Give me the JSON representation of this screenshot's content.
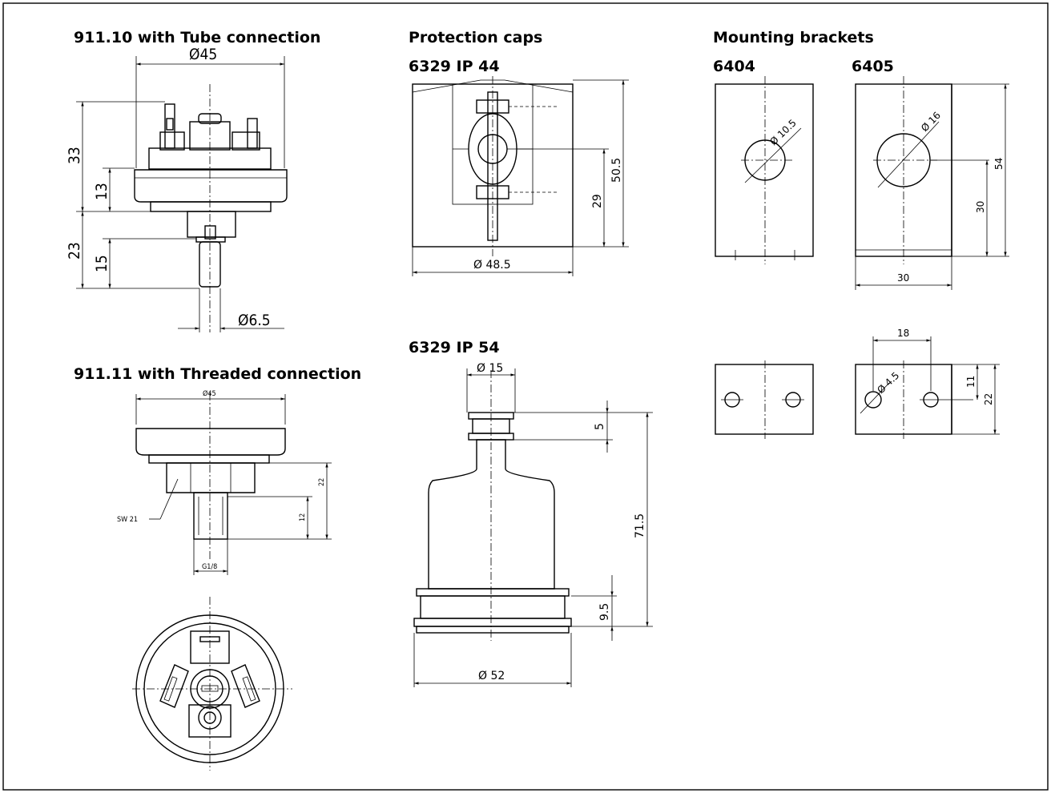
{
  "headings": {
    "tube": "911.10 with Tube connection",
    "threaded": "911.11 with Threaded connection",
    "caps": "Protection caps",
    "ip44": "6329 IP 44",
    "ip54": "6329 IP 54",
    "brackets": "Mounting brackets",
    "b6404": "6404",
    "b6405": "6405"
  },
  "tube_dims": {
    "dia_top": "Ø45",
    "h33": "33",
    "h13": "13",
    "h23": "23",
    "h15": "15",
    "dia_tube": "Ø6.5"
  },
  "threaded_dims": {
    "dia_top": "Ø45",
    "h22": "22",
    "h12": "12",
    "sw": "SW 21",
    "thread": "G1/8"
  },
  "ip44_dims": {
    "h50_5": "50.5",
    "h29": "29",
    "dia": "Ø 48.5"
  },
  "ip54_dims": {
    "dia15": "Ø 15",
    "h5": "5",
    "h71_5": "71.5",
    "h9_5": "9.5",
    "dia52": "Ø 52"
  },
  "b6404_dims": {
    "dia": "Ø 10.5"
  },
  "b6405_dims": {
    "dia": "Ø 16",
    "h54": "54",
    "h30": "30",
    "w30": "30",
    "w18": "18",
    "dia45": "Ø 4.5",
    "h11": "11",
    "h22": "22"
  }
}
